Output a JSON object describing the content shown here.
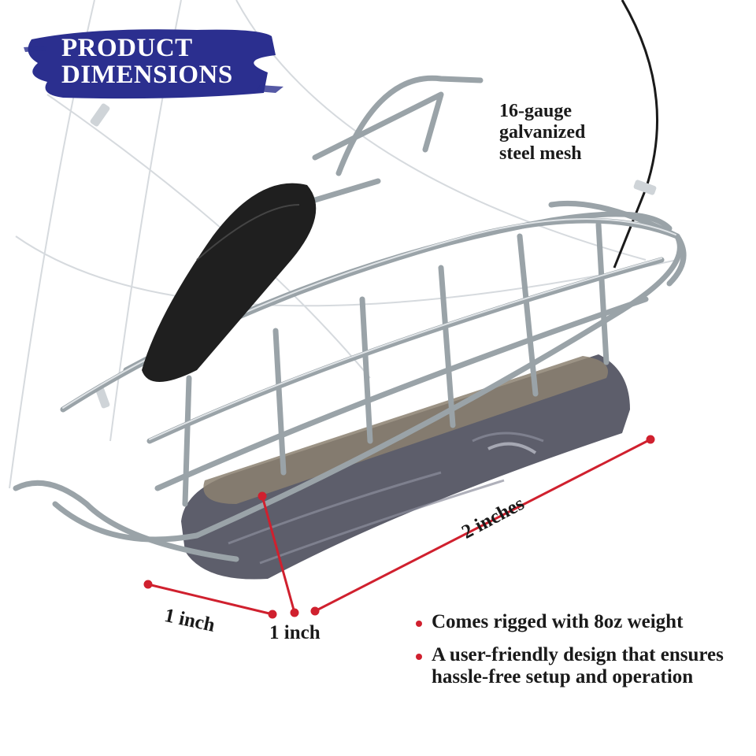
{
  "banner": {
    "line1": "PRODUCT",
    "line2": "DIMENSIONS",
    "color": "#2b2f8f"
  },
  "callout": {
    "line1": "16-gauge",
    "line2": "galvanized",
    "line3": "steel mesh"
  },
  "dimensions": {
    "length": "2 inches",
    "width": "1 inch",
    "height": "1 inch",
    "line_color": "#d0202e"
  },
  "features": [
    {
      "text": "Comes rigged with 8oz weight"
    },
    {
      "text": "A user-friendly design that ensures hassle-free setup and operation"
    }
  ],
  "product": {
    "description": "wire mesh cage with lead weight",
    "wire_color": "#9aa3a8",
    "weight_color": "#5d5e6b"
  }
}
